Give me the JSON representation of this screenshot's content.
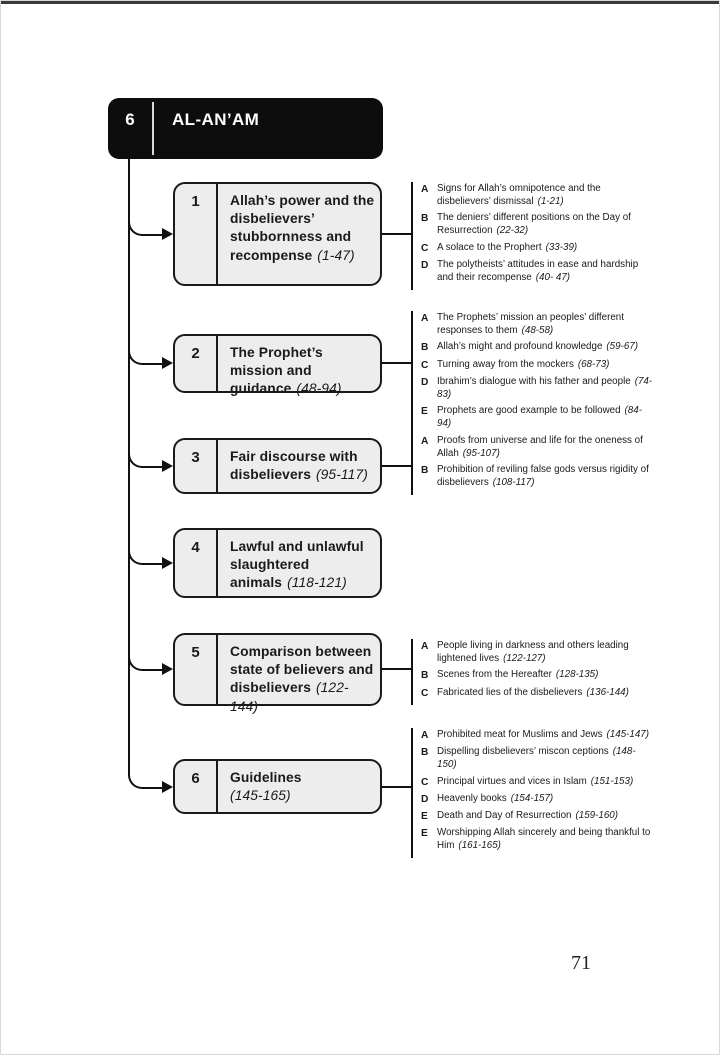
{
  "header": {
    "number": "6",
    "title": "AL-AN’AM"
  },
  "page_number": "71",
  "sections": [
    {
      "number": "1",
      "title": "Allah’s power and the disbelievers’ stubbornness and recompense",
      "range": "(1-47)",
      "items": [
        {
          "letter": "A",
          "text": "Signs for Allah’s omnipotence and the disbelievers’ dismissal",
          "range": "(1-21)"
        },
        {
          "letter": "B",
          "text": "The deniers’ different positions on the Day of Resurrection",
          "range": "(22-32)"
        },
        {
          "letter": "C",
          "text": "A solace to the Prophert",
          "range": "(33-39)"
        },
        {
          "letter": "D",
          "text": "The polytheists’ attitudes in ease and hardship and their recompense",
          "range": "(40- 47)"
        }
      ]
    },
    {
      "number": "2",
      "title": "The Prophet’s mission and guidance",
      "range": "(48-94)",
      "items": [
        {
          "letter": "A",
          "text": "The Prophets’ mission an peoples’ different responses to them",
          "range": "(48-58)"
        },
        {
          "letter": "B",
          "text": "Allah’s might and profound knowledge",
          "range": "(59-67)"
        },
        {
          "letter": "C",
          "text": "Turning away from the mockers",
          "range": "(68-73)"
        },
        {
          "letter": "D",
          "text": "Ibrahim’s dialogue with his father and people",
          "range": "(74-83)"
        },
        {
          "letter": "E",
          "text": "Prophets are good example to be followed",
          "range": "(84-94)"
        }
      ]
    },
    {
      "number": "3",
      "title": "Fair discourse with disbelievers",
      "range": "(95-117)",
      "items": [
        {
          "letter": "A",
          "text": "Proofs from universe and life for the oneness of Allah",
          "range": "(95-107)"
        },
        {
          "letter": "B",
          "text": "Prohibition of reviling false gods versus rigidity of disbelievers",
          "range": "(108-117)"
        }
      ]
    },
    {
      "number": "4",
      "title": "Lawful and unlawful slaughtered animals",
      "range": "(118-121)",
      "items": []
    },
    {
      "number": "5",
      "title": "Comparison between state of believers and disbelievers",
      "range": "(122-144)",
      "items": [
        {
          "letter": "A",
          "text": "People living in darkness and others leading lightened lives",
          "range": "(122-127)"
        },
        {
          "letter": "B",
          "text": "Scenes from the Hereafter",
          "range": "(128-135)"
        },
        {
          "letter": "C",
          "text": "Fabricated lies of the disbelievers",
          "range": "(136-144)"
        }
      ]
    },
    {
      "number": "6",
      "title": "Guidelines",
      "range": "(145-165)",
      "items": [
        {
          "letter": "A",
          "text": "Prohibited meat for Muslims and Jews",
          "range": "(145-147)"
        },
        {
          "letter": "B",
          "text": "Dispelling disbelievers’ miscon ceptions",
          "range": "(148-150)"
        },
        {
          "letter": "C",
          "text": "Principal virtues and vices in Islam",
          "range": "(151-153)"
        },
        {
          "letter": "D",
          "text": "Heavenly books",
          "range": "(154-157)"
        },
        {
          "letter": "E",
          "text": "Death and Day of Resurrection",
          "range": "(159-160)"
        },
        {
          "letter": "E",
          "text": "Worshipping Allah sincerely and being thankful to Him",
          "range": "(161-165)"
        }
      ]
    }
  ]
}
